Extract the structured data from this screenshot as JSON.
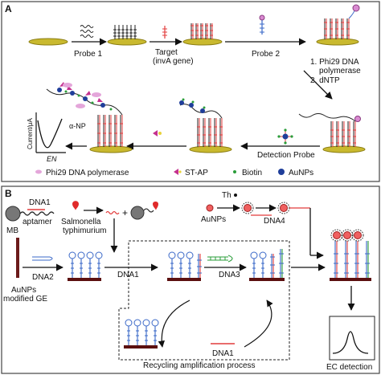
{
  "panel_a": {
    "letter": "A",
    "probe1": "Probe 1",
    "target_1": "Target",
    "target_2": "(invA gene)",
    "probe2": "Probe 2",
    "step1": "1. Phi29 DNA",
    "step1b": "polymerase",
    "step2": "2. dNTP",
    "detection_probe": "Detection Probe",
    "anp": "α-NP",
    "ylabel": "Current/μA",
    "xlabel": "EN",
    "legend": {
      "phi29": "Phi29 DNA polymerase",
      "stap": "ST-AP",
      "biotin": "Biotin",
      "aunps": "AuNPs"
    }
  },
  "panel_b": {
    "letter": "B",
    "mb": "MB",
    "dna1_top": "DNA1",
    "aptamer": "aptamer",
    "salmonella_1": "Salmonella",
    "salmonella_2": "typhimurium",
    "th": "Th",
    "aunps": "AuNPs",
    "dna4": "DNA4",
    "dna2": "DNA2",
    "dna1_mid": "DNA1",
    "dna3": "DNA3",
    "ge_1": "AuNPs",
    "ge_2": "modified GE",
    "dna1_bottom": "DNA1",
    "ec": "EC detection",
    "recycling": "Recycling amplification process"
  }
}
